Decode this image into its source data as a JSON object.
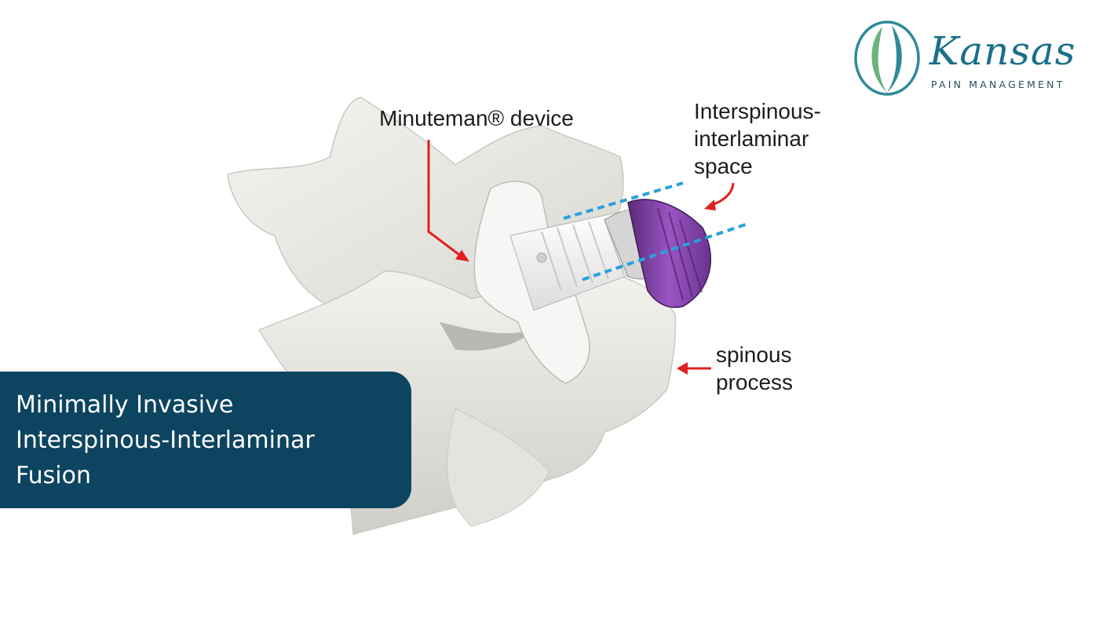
{
  "logo": {
    "name": "Kansas",
    "tagline": "PAIN MANAGEMENT",
    "colors": {
      "ring": "#2f8a99",
      "leaf": "#6bb37e",
      "text": "#1b6f8a"
    }
  },
  "diagram": {
    "labels": {
      "device": "Minuteman® device",
      "space": [
        "Interspinous-",
        "interlaminar",
        "space"
      ],
      "spinous": [
        "spinous",
        "process"
      ]
    },
    "colors": {
      "arrow": "#e02020",
      "guide": "#2aa0dc",
      "bone": "#eeeeea",
      "implant": "#f7f7f7",
      "cap": "#8a3fb0"
    }
  },
  "banner": {
    "lines": [
      "Minimally Invasive",
      "Interspinous-Interlaminar",
      "Fusion"
    ],
    "color": "#0d4460"
  }
}
